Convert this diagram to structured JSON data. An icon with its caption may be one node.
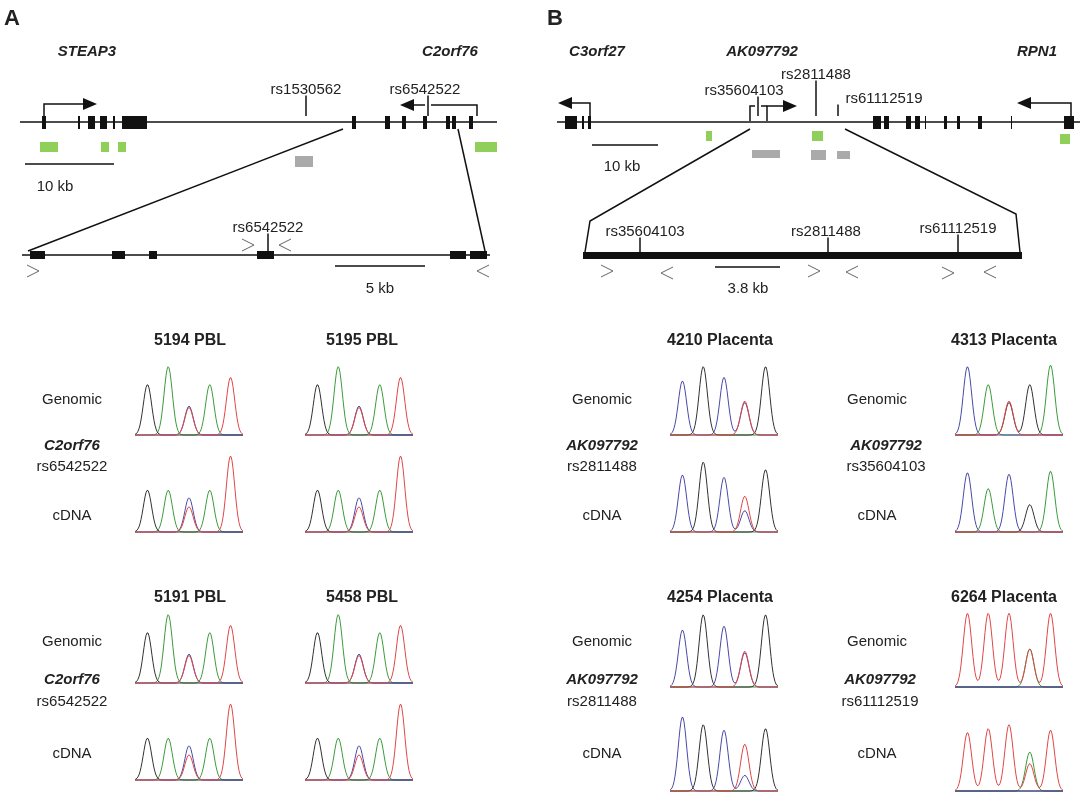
{
  "diagram": {
    "nodes": [
      {
        "text": [
          "rs1530562"
        ]
      },
      {
        "text": [
          "rs6542522"
        ]
      },
      {
        "text": [
          "rs6542522"
        ]
      },
      {
        "text": [
          "rs35604103"
        ]
      },
      {
        "text": [
          "rs2811488"
        ]
      },
      {
        "text": [
          "rs61112519"
        ]
      },
      {
        "text": [
          "rs35604103"
        ]
      },
      {
        "text": [
          "rs2811488"
        ]
      },
      {
        "text": [
          "rs61112519"
        ]
      },
      {
        "text": [],
        "shape": "bar"
      },
      {
        "text": [],
        "shape": "bar"
      },
      {
        "text": [],
        "shape": "bar"
      },
      {
        "text": [],
        "shape": "bar"
      }
    ],
    "edges": [
      {
        "from": 0,
        "to": 9,
        "arrow": "none"
      },
      {
        "from": 1,
        "to": 9,
        "arrow": "none"
      },
      {
        "from": 2,
        "to": 10,
        "arrow": "none"
      },
      {
        "from": 3,
        "to": 11,
        "arrow": "none"
      },
      {
        "from": 4,
        "to": 11,
        "arrow": "none"
      },
      {
        "from": 5,
        "to": 11,
        "arrow": "none"
      },
      {
        "from": 6,
        "to": 12,
        "arrow": "none"
      },
      {
        "from": 7,
        "to": 12,
        "arrow": "none"
      },
      {
        "from": 8,
        "to": 12,
        "arrow": "none"
      },
      {
        "from": 9,
        "to": 10,
        "arrow": "none"
      },
      {
        "from": 9,
        "to": 10,
        "arrow": "none"
      },
      {
        "from": 11,
        "to": 12,
        "arrow": "none"
      },
      {
        "from": 11,
        "to": 12,
        "arrow": "none"
      }
    ],
    "labels": [
      "A",
      "STEAP3",
      "C2orf76",
      "10 kb",
      "5 kb",
      "B",
      "C3orf27",
      "AK097792",
      "RPN1",
      "10 kb",
      "3.8 kb",
      "5194 PBL",
      "5195 PBL",
      "4210 Placenta",
      "4313 Placenta",
      "Genomic",
      "Genomic",
      "Genomic",
      "C2orf76",
      "AK097792",
      "AK097792",
      "rs6542522",
      "rs2811488",
      "rs35604103",
      "cDNA",
      "cDNA",
      "cDNA",
      "5191 PBL",
      "5458 PBL",
      "4254 Placenta",
      "6264 Placenta",
      "Genomic",
      "Genomic",
      "Genomic",
      "C2orf76",
      "AK097792",
      "AK097792",
      "rs6542522",
      "rs2811488",
      "rs61112519",
      "cDNA",
      "cDNA",
      "cDNA"
    ]
  }
}
